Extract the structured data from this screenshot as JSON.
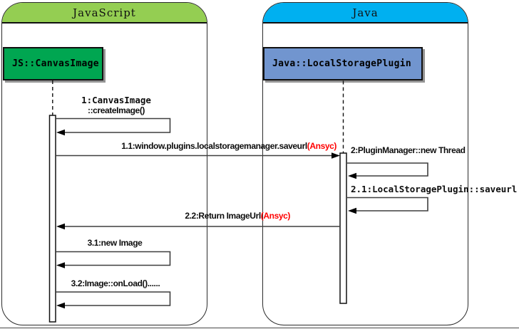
{
  "diagram": {
    "type": "uml-sequence-diagram",
    "frames": [
      {
        "title": "JavaScript",
        "header_color": "#94ce52"
      },
      {
        "title": "Java",
        "header_color": "#00b0f0"
      }
    ],
    "actors": [
      {
        "label": "JS::CanvasImage",
        "fill_color": "#00a651"
      },
      {
        "label": "Java::LocalStoragePlugin",
        "fill_color": "#7195cf"
      }
    ],
    "messages": [
      {
        "line1": "1:CanvasImage",
        "line2": "::createImage()"
      },
      {
        "label": "1.1:window.plugins.localstoragemanager.saveurl",
        "async_tag": "(Ansyc)"
      },
      {
        "label": "2:PluginManager::new Thread"
      },
      {
        "label": "2.1:LocalStoragePlugin::saveurl"
      },
      {
        "label": "2.2:Return ImageUrl",
        "async_tag": "(Ansyc)"
      },
      {
        "label": "3.1:new Image"
      },
      {
        "label": "3.2:Image::onLoad()......"
      }
    ],
    "colors": {
      "async_text": "#ff0000",
      "line": "#3f3f3f",
      "arrowhead": "#000000"
    }
  }
}
